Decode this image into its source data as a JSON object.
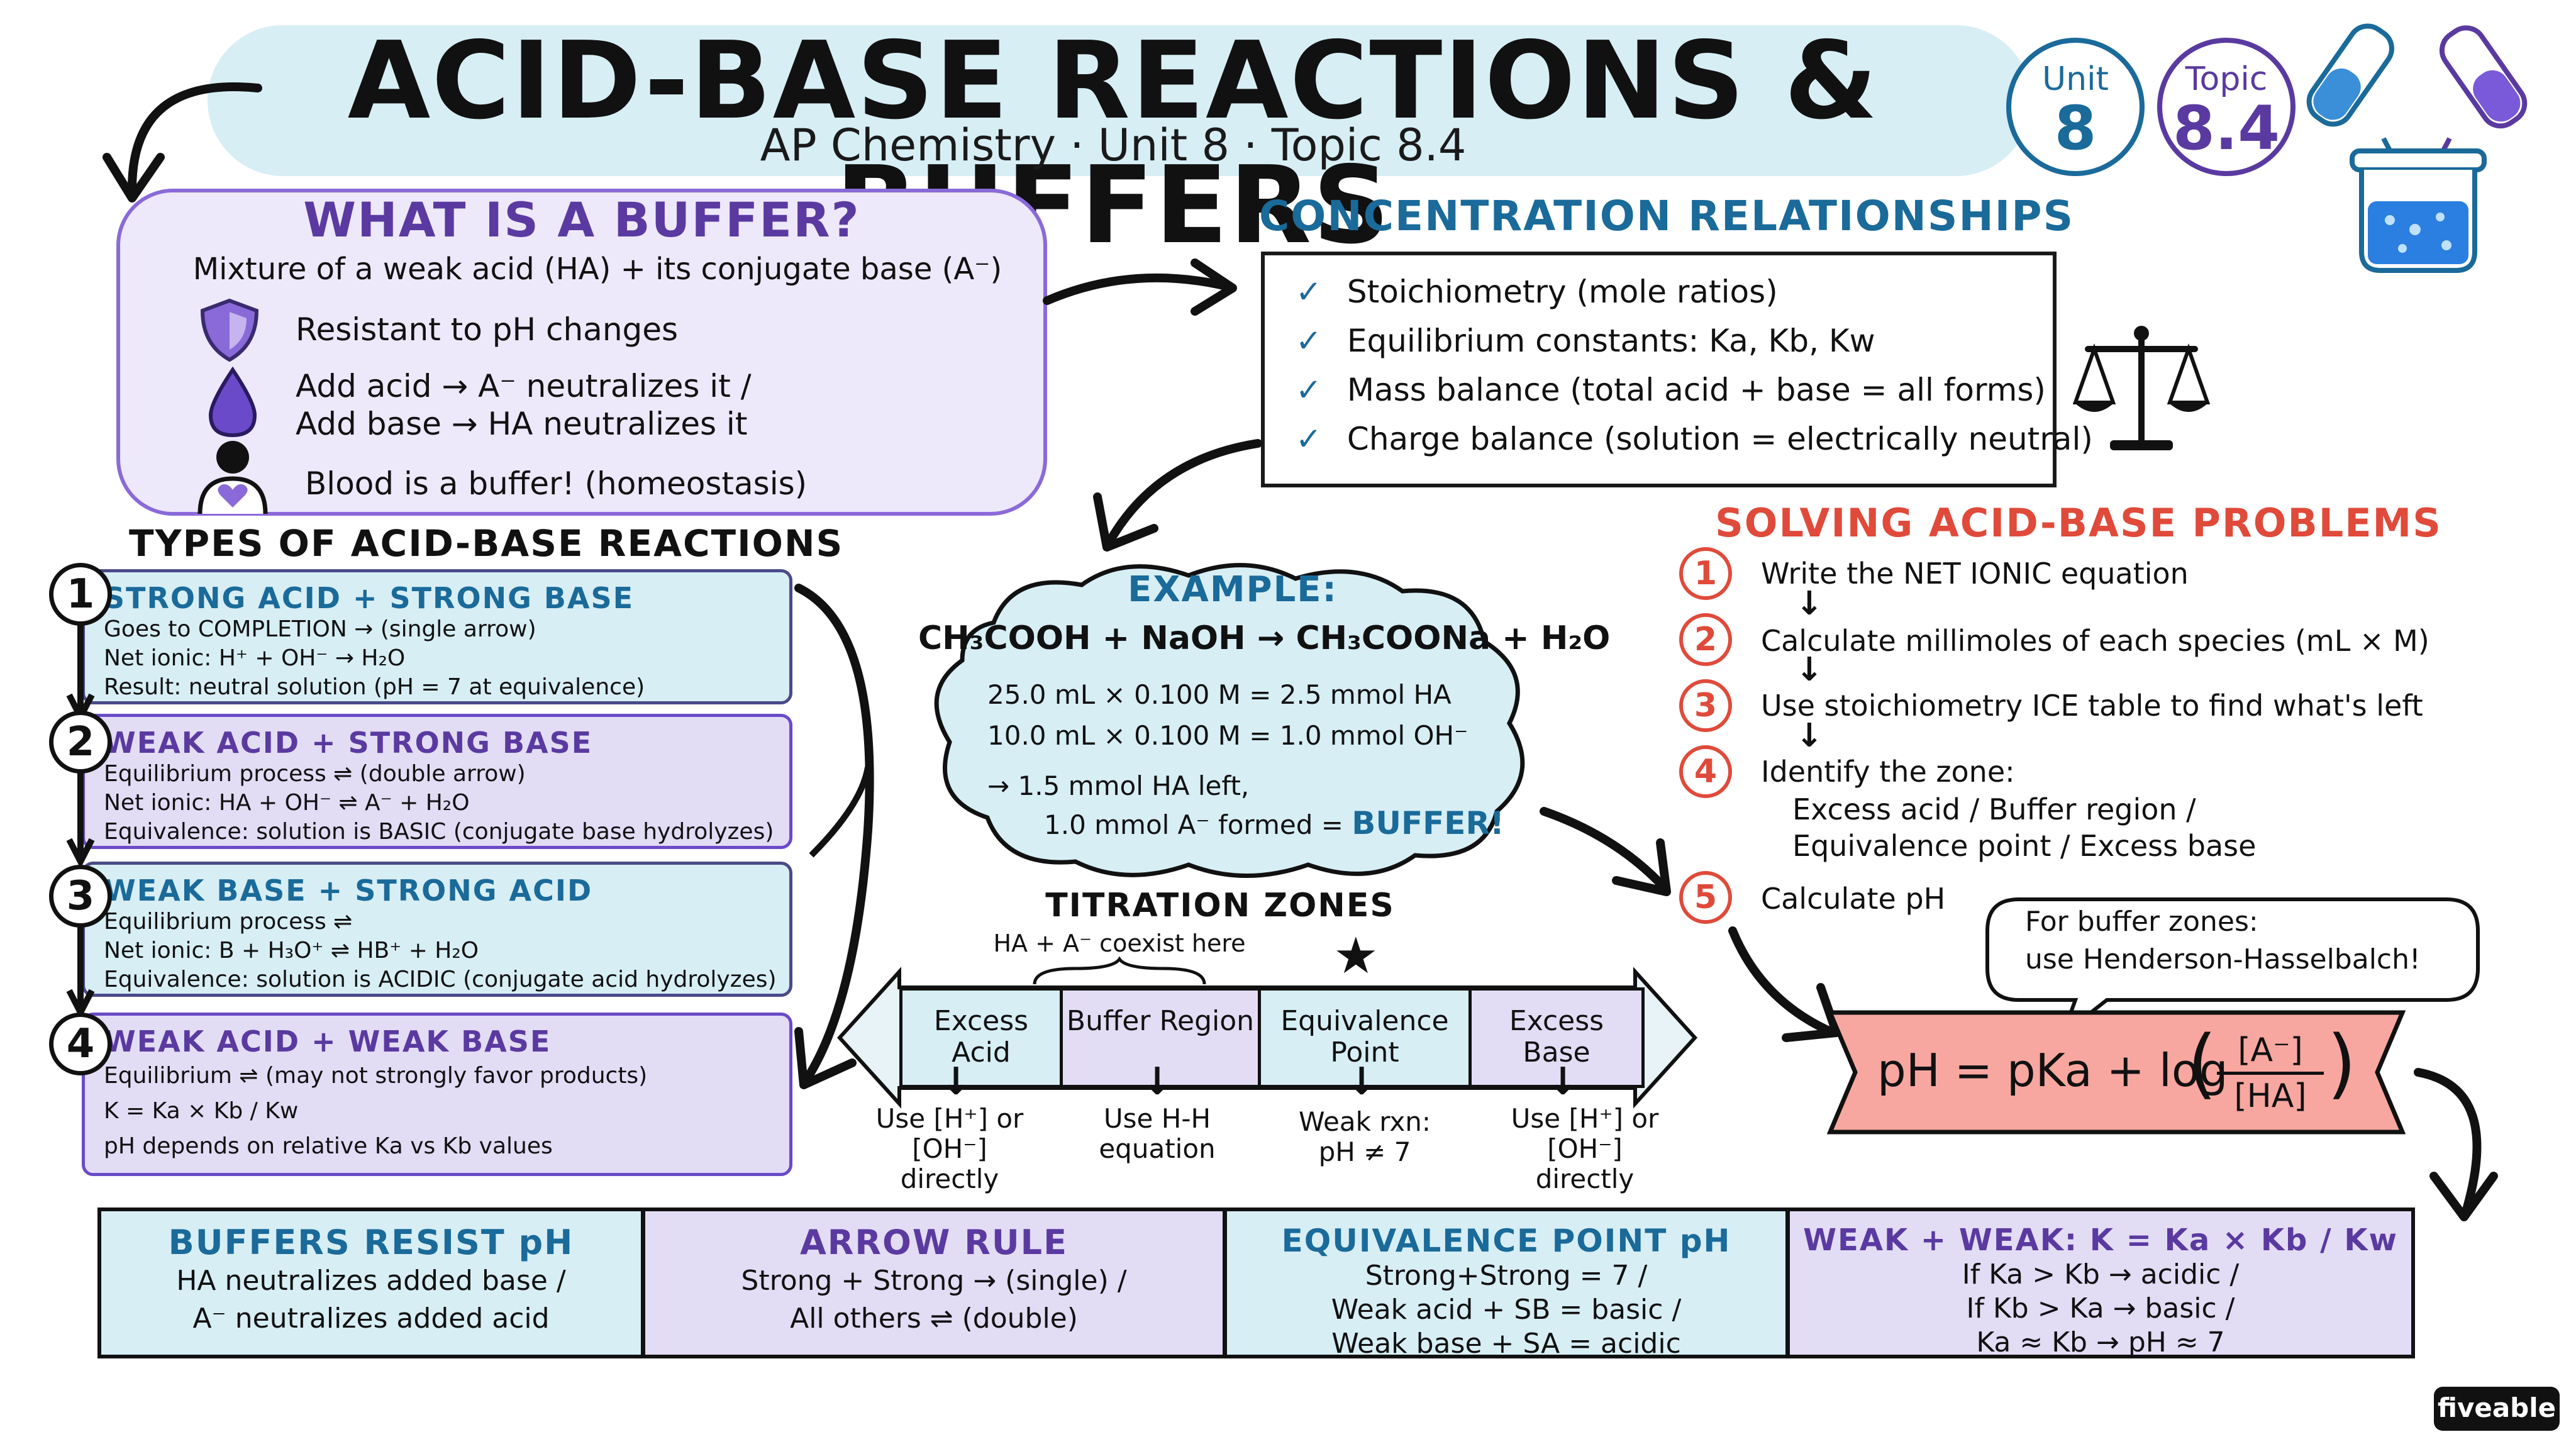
{
  "header": {
    "title": "ACID-BASE REACTIONS & BUFFERS",
    "subtitle": "AP Chemistry · Unit 8 · Topic 8.4",
    "unit_label": "Unit",
    "unit_value": "8",
    "topic_label": "Topic",
    "topic_value": "8.4"
  },
  "buffer": {
    "title": "WHAT IS A BUFFER?",
    "definition": "Mixture of a weak acid (HA) + its conjugate base (A⁻)",
    "items": [
      "Resistant to pH changes",
      "Add acid → A⁻ neutralizes it /",
      "Add base → HA neutralizes it",
      "Blood is a buffer! (homeostasis)"
    ]
  },
  "concentration": {
    "title": "CONCENTRATION RELATIONSHIPS",
    "items": [
      "Stoichiometry (mole ratios)",
      "Equilibrium constants: Ka, Kb, Kw",
      "Mass balance (total acid + base = all forms)",
      "Charge balance (solution = electrically neutral)"
    ]
  },
  "types": {
    "title": "TYPES OF ACID-BASE REACTIONS",
    "reactions": [
      {
        "num": "1",
        "title": "STRONG ACID + STRONG BASE",
        "lines": [
          "Goes to COMPLETION → (single arrow)",
          "Net ionic: H⁺ + OH⁻ → H₂O",
          "Result: neutral solution (pH = 7 at equivalence)"
        ]
      },
      {
        "num": "2",
        "title": "WEAK ACID + STRONG BASE",
        "lines": [
          "Equilibrium process ⇌ (double arrow)",
          "Net ionic: HA + OH⁻ ⇌ A⁻ + H₂O",
          "Equivalence: solution is BASIC (conjugate base hydrolyzes)"
        ]
      },
      {
        "num": "3",
        "title": "WEAK BASE + STRONG ACID",
        "lines": [
          "Equilibrium process ⇌",
          "Net ionic: B + H₃O⁺ ⇌ HB⁺ + H₂O",
          "Equivalence: solution is ACIDIC (conjugate acid hydrolyzes)"
        ]
      },
      {
        "num": "4",
        "title": "WEAK ACID + WEAK BASE",
        "lines": [
          "Equilibrium ⇌ (may not strongly favor products)",
          "K = Ka × Kb / Kw",
          "pH depends on relative Ka vs Kb values"
        ]
      }
    ]
  },
  "example": {
    "title": "EXAMPLE:",
    "equation": "CH₃COOH + NaOH → CH₃COONa + H₂O",
    "lines": [
      "25.0 mL × 0.100 M = 2.5 mmol HA",
      "10.0 mL × 0.100 M = 1.0 mmol OH⁻",
      "→ 1.5 mmol HA left,",
      "1.0 mmol A⁻ formed = "
    ],
    "buffer_word": "BUFFER!"
  },
  "solving": {
    "title": "SOLVING ACID-BASE PROBLEMS",
    "steps": [
      {
        "num": "1",
        "text": "Write the NET IONIC equation"
      },
      {
        "num": "2",
        "text": "Calculate millimoles of each species (mL × M)"
      },
      {
        "num": "3",
        "text": "Use stoichiometry ICE table to find what's left"
      },
      {
        "num": "4",
        "text": "Identify the zone:"
      },
      {
        "num": "5",
        "text": "Calculate pH"
      }
    ],
    "zone_lines": [
      "Excess acid / Buffer region /",
      "Equivalence point / Excess base"
    ],
    "speech": [
      "For buffer zones:",
      "use Henderson-Hasselbalch!"
    ],
    "hh_left": "pH = pKa + log",
    "hh_num": "[A⁻]",
    "hh_den": "[HA]"
  },
  "titration": {
    "title": "TITRATION ZONES",
    "brace_label": "HA + A⁻ coexist here",
    "zones": [
      {
        "name": "Excess Acid",
        "note": "Use [H⁺] or [OH⁻] directly",
        "color": "#d7eef5"
      },
      {
        "name": "Buffer Region",
        "note": "Use H-H equation",
        "color": "#e3dcf5"
      },
      {
        "name": "Equivalence Point",
        "note": "Weak rxn: pH ≠ 7",
        "color": "#d7eef5"
      },
      {
        "name": "Excess Base",
        "note": "Use [H⁺] or [OH⁻] directly",
        "color": "#e3dcf5"
      }
    ]
  },
  "summary": [
    {
      "title": "BUFFERS RESIST pH",
      "lines": [
        "HA neutralizes added base /",
        "A⁻ neutralizes added acid"
      ],
      "color": "#d7eef5",
      "title_color": "#1a6a9a"
    },
    {
      "title": "ARROW RULE",
      "lines": [
        "Strong + Strong → (single) /",
        "All others ⇌ (double)"
      ],
      "color": "#e3dcf5",
      "title_color": "#5a3aa0"
    },
    {
      "title": "EQUIVALENCE POINT pH",
      "lines": [
        "Strong+Strong = 7 /",
        "Weak acid + SB = basic /",
        "Weak base + SA = acidic"
      ],
      "color": "#d7eef5",
      "title_color": "#1a6a9a"
    },
    {
      "title": "WEAK + WEAK: K = Ka × Kb / Kw",
      "lines": [
        "If Ka > Kb → acidic /",
        "If Kb > Ka → basic /",
        "Ka ≈ Kb → pH ≈ 7"
      ],
      "color": "#e3dcf5",
      "title_color": "#5a3aa0"
    }
  ],
  "logo": "fiveable",
  "colors": {
    "purple": "#5a3aa0",
    "blue": "#1a6a9a",
    "red": "#e04a3a",
    "light_blue": "#d7eef5",
    "light_purple": "#e3dcf5",
    "salmon": "#f7a7a0"
  }
}
